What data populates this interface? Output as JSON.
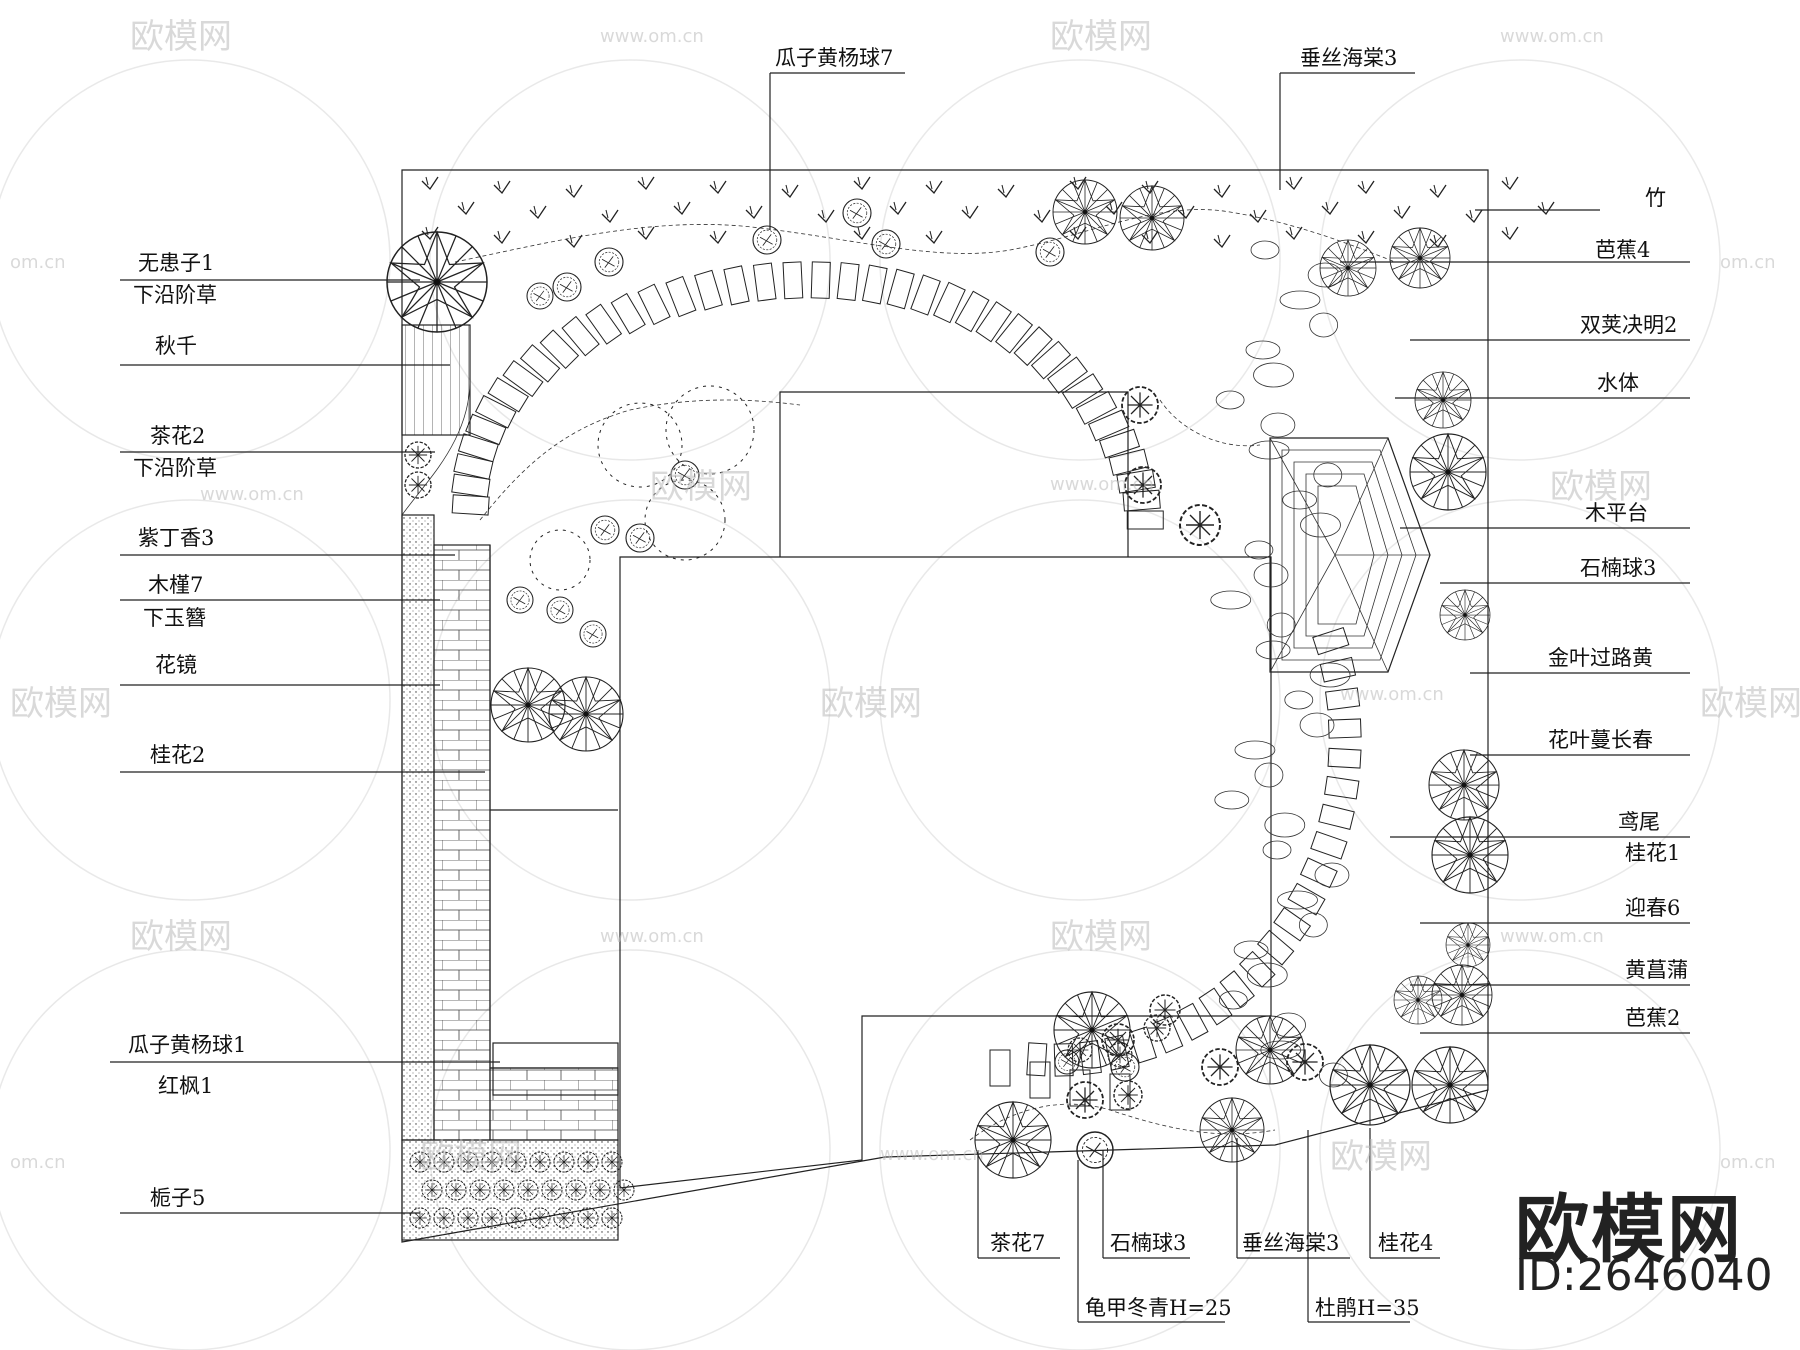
{
  "watermark": {
    "text": "欧模网",
    "url": "www.om.cn",
    "url_short": "om.cn"
  },
  "brand": {
    "name": "欧模网",
    "id": "ID:2646040"
  },
  "labels": {
    "top": [
      {
        "id": "guazi7",
        "text": "瓜子黄杨球7"
      },
      {
        "id": "chuisi3_top",
        "text": "垂丝海棠3"
      }
    ],
    "left": [
      {
        "id": "wuhuanzi",
        "text": "无患子1"
      },
      {
        "id": "xiayanjiecao1",
        "text": "下沿阶草"
      },
      {
        "id": "qiuqian",
        "text": "秋千"
      },
      {
        "id": "chahua2",
        "text": "茶花2"
      },
      {
        "id": "xiayanjiecao2",
        "text": "下沿阶草"
      },
      {
        "id": "zidingxiang",
        "text": "紫丁香3"
      },
      {
        "id": "mujin",
        "text": "木槿7"
      },
      {
        "id": "xiayuzan",
        "text": "下玉簪"
      },
      {
        "id": "huajing",
        "text": "花镜"
      },
      {
        "id": "guihua2",
        "text": "桂花2"
      },
      {
        "id": "guazi1",
        "text": "瓜子黄杨球1"
      },
      {
        "id": "hongfeng",
        "text": "红枫1"
      },
      {
        "id": "zhizi",
        "text": "栀子5"
      }
    ],
    "right": [
      {
        "id": "zhu",
        "text": "竹"
      },
      {
        "id": "bajiao4",
        "text": "芭蕉4"
      },
      {
        "id": "shuangjia",
        "text": "双荚决明2"
      },
      {
        "id": "shuiti",
        "text": "水体"
      },
      {
        "id": "mupingtai",
        "text": "木平台"
      },
      {
        "id": "shinan3_r",
        "text": "石楠球3"
      },
      {
        "id": "jinye",
        "text": "金叶过路黄"
      },
      {
        "id": "huaye",
        "text": "花叶蔓长春"
      },
      {
        "id": "yuanwei",
        "text": "鸢尾"
      },
      {
        "id": "guihua1",
        "text": "桂花1"
      },
      {
        "id": "yingchun",
        "text": "迎春6"
      },
      {
        "id": "huangchangpu",
        "text": "黄菖蒲"
      },
      {
        "id": "bajiao2",
        "text": "芭蕉2"
      }
    ],
    "bottom": [
      {
        "id": "chahua7",
        "text": "茶花7"
      },
      {
        "id": "shinan3_b",
        "text": "石楠球3"
      },
      {
        "id": "chuisi3_b",
        "text": "垂丝海棠3"
      },
      {
        "id": "guihua4",
        "text": "桂花4"
      },
      {
        "id": "guijia",
        "text": "龟甲冬青H=25"
      },
      {
        "id": "dujuan",
        "text": "杜鹃H=35"
      }
    ]
  }
}
